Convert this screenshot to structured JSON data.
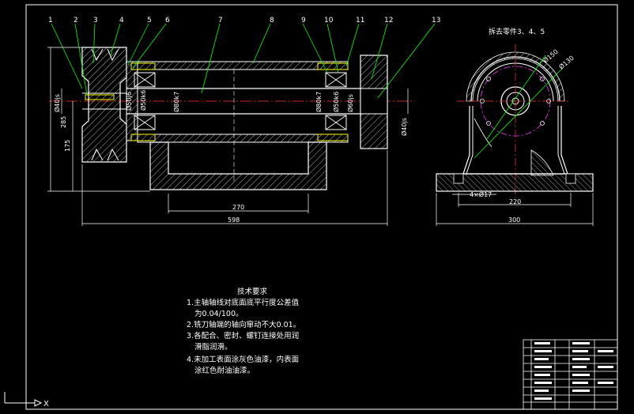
{
  "part_labels": [
    "1",
    "2",
    "3",
    "4",
    "5",
    "6",
    "7",
    "8",
    "9",
    "10",
    "11",
    "12",
    "13"
  ],
  "side_view_title": "拆去零件3、4、5",
  "dims": {
    "d40_left": "Ø40js",
    "d50j6": "Ø50j6",
    "d50k6_l": "Ø50k6",
    "d80k7_l": "Ø80k7",
    "d80k7_r": "Ø80k7",
    "d50k6_r": "Ø50k6",
    "d60js": "Ø60js",
    "d40_right": "Ø40js",
    "h285": "285",
    "h175": "175",
    "w270": "270",
    "w598": "598",
    "d150": "Ø150",
    "d130": "Ø130",
    "holes": "4×Ø17",
    "w220": "220",
    "w300": "300"
  },
  "notes": {
    "title": "技术要求",
    "lines": [
      "1.主轴轴线对底面底平行度公差值",
      "为0.04/100。",
      "2.铣刀轴端的轴向窜动不大0.01。",
      "3.各配合、密封、螺钉连接处用润",
      "滑脂润滑。",
      "4.未加工表面涂灰色油漆，内表面",
      "涂红色耐油油漆。"
    ]
  },
  "ucs": {
    "x": "X"
  }
}
